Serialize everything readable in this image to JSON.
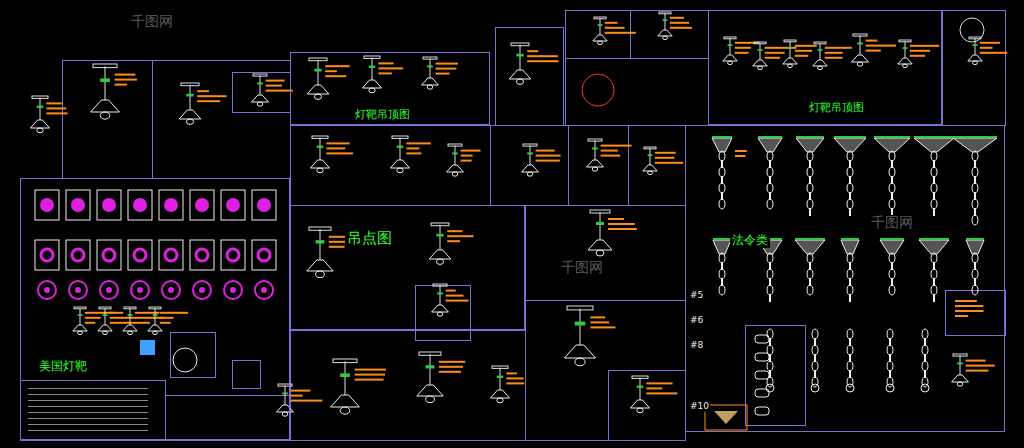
{
  "diagram": {
    "nodes": [
      {
        "text": [
          "灯靶吊顶图"
        ]
      },
      {
        "text": [
          "灯靶吊顶图"
        ]
      },
      {
        "text": [
          "吊点图"
        ]
      },
      {
        "text": [
          "美国灯靶"
        ]
      },
      {
        "text": [
          "法令类"
        ]
      }
    ],
    "labels": [
      "#5",
      "#6",
      "#8",
      "#10",
      "千图网",
      "千图网",
      "千图网"
    ]
  }
}
